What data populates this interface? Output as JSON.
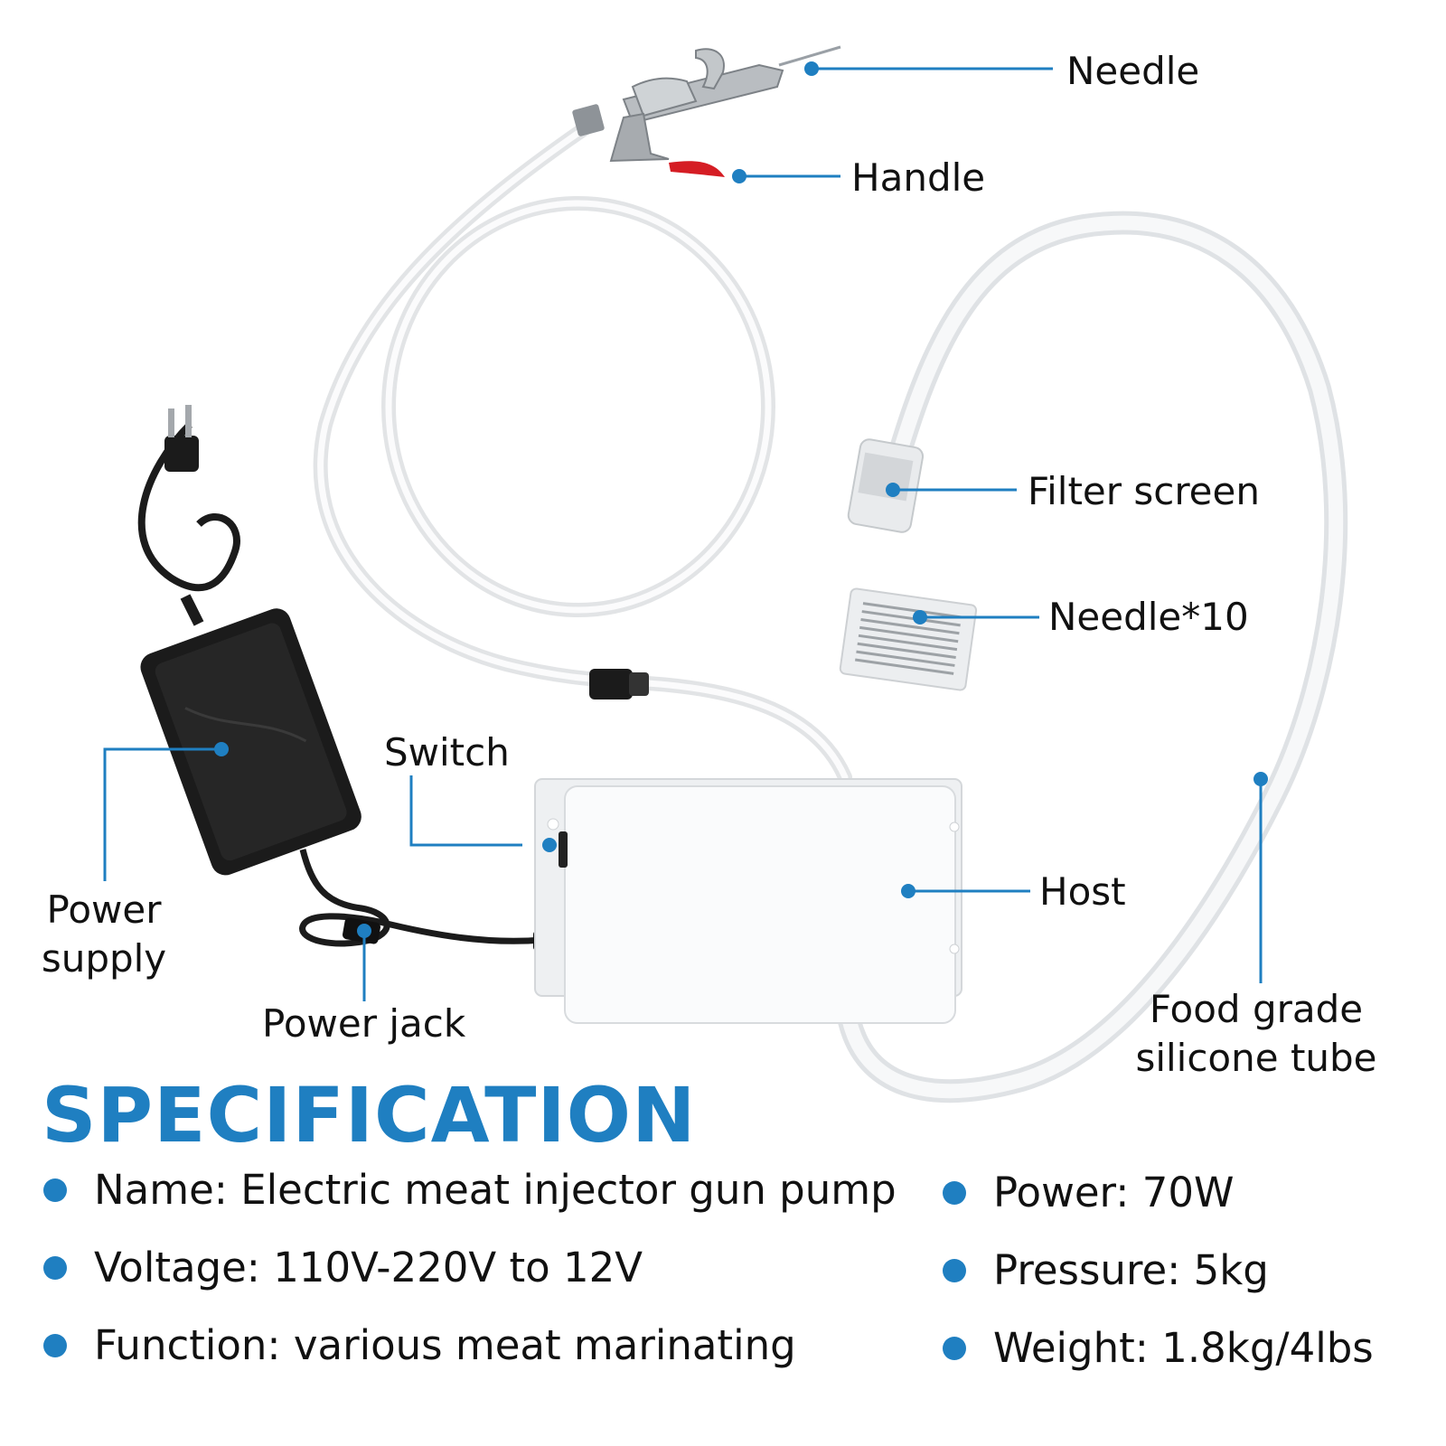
{
  "colors": {
    "accent": "#1f7fc1",
    "text": "#111111",
    "tube": "#e6e8ea",
    "device": "#1b1b1b"
  },
  "icons": [
    "injector-gun-icon",
    "power-adapter-icon",
    "plug-icon",
    "pump-host-icon",
    "filter-screen-icon",
    "needle-pack-icon",
    "connector-icon"
  ],
  "labels": {
    "needle": "Needle",
    "handle": "Handle",
    "filter_screen": "Filter screen",
    "needle_pack": "Needle*10",
    "switch": "Switch",
    "host": "Host",
    "power_supply_line1": "Power",
    "power_supply_line2": "supply",
    "power_jack": "Power jack",
    "tube_line1": "Food grade",
    "tube_line2": "silicone tube"
  },
  "specification": {
    "title": "SPECIFICATION",
    "left": [
      "Name: Electric meat injector gun pump",
      "Voltage: 110V-220V to 12V",
      "Function: various meat marinating"
    ],
    "right": [
      "Power: 70W",
      "Pressure: 5kg",
      "Weight: 1.8kg/4lbs"
    ]
  }
}
